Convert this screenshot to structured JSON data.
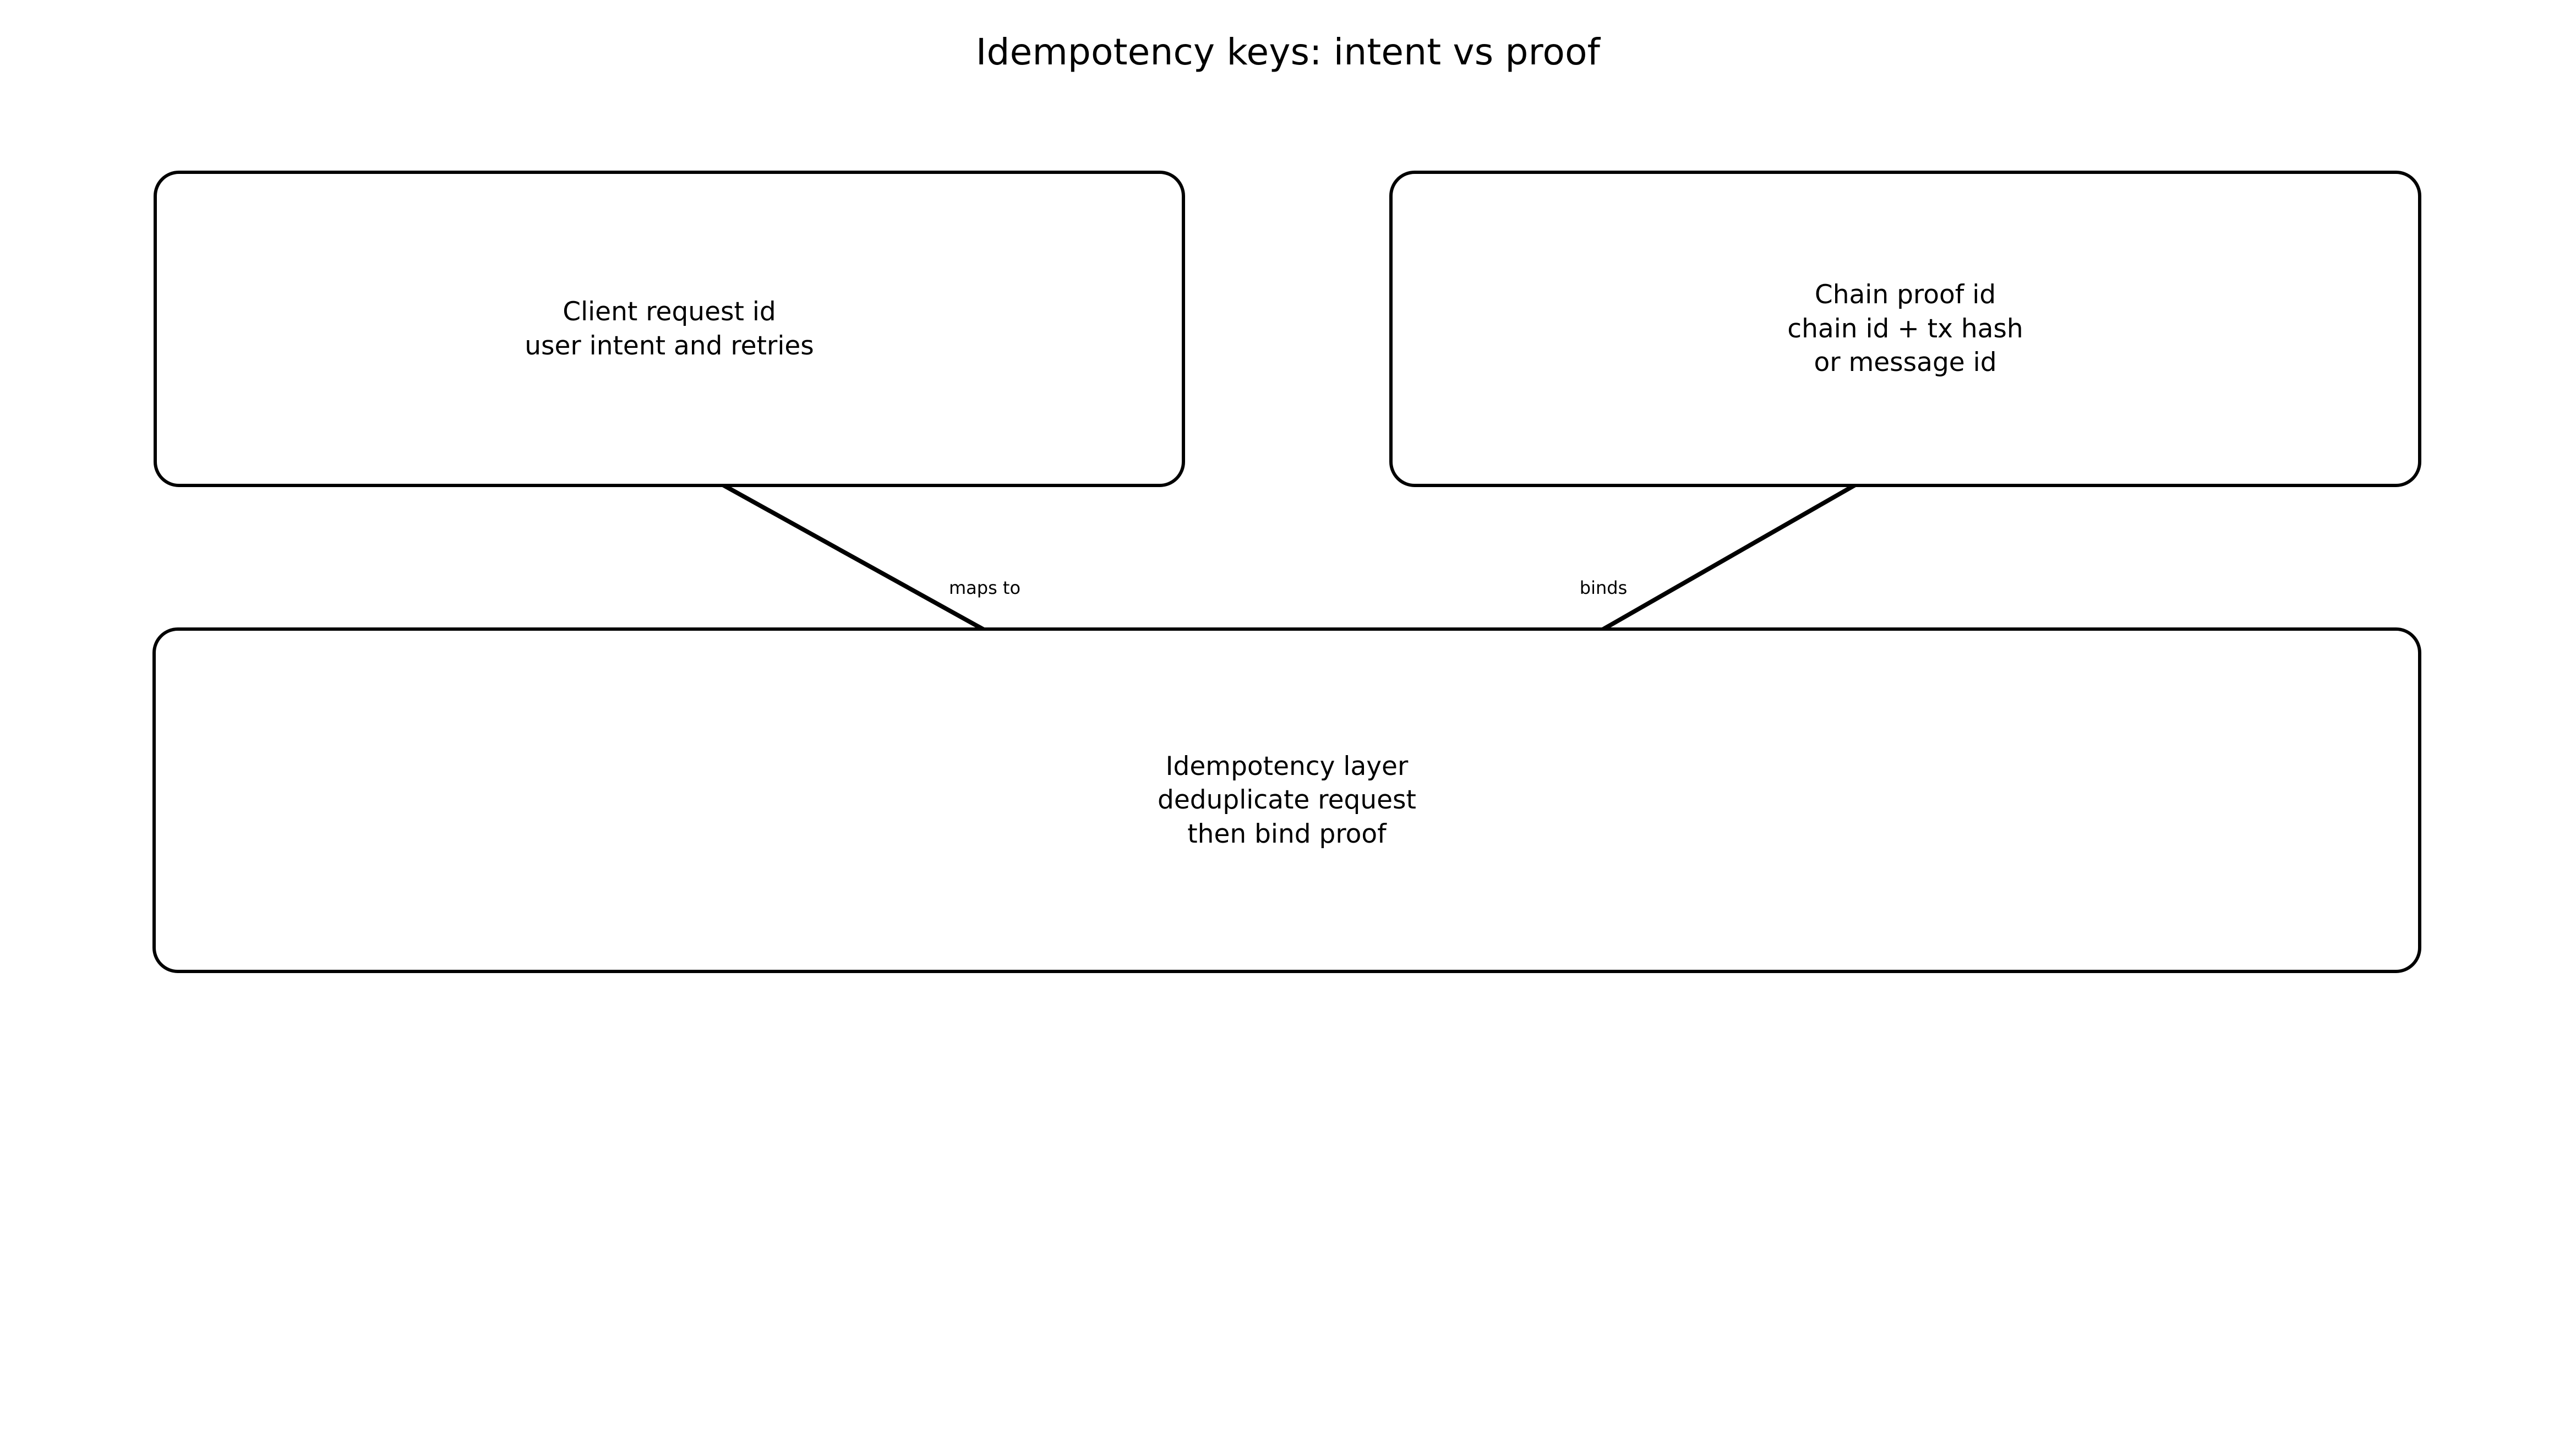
{
  "diagram": {
    "title": "Idempotency keys: intent vs proof",
    "background_color": "#ffffff",
    "stroke_color": "#000000",
    "nodes": [
      {
        "id": "client-request-id",
        "label": "Client request id\nuser intent and retries",
        "shape": "rounded-rectangle"
      },
      {
        "id": "chain-proof-id",
        "label": "Chain proof id\nchain id + tx hash\nor message id",
        "shape": "rounded-rectangle"
      },
      {
        "id": "idempotency-layer",
        "label": "Idempotency layer\ndeduplicate request\nthen bind proof",
        "shape": "rounded-rectangle"
      }
    ],
    "edges": [
      {
        "id": "maps-to",
        "label": "maps to",
        "from": "client-request-id",
        "to": "idempotency-layer",
        "arrow": "single"
      },
      {
        "id": "binds",
        "label": "binds",
        "from": "chain-proof-id",
        "to": "idempotency-layer",
        "arrow": "single"
      }
    ]
  }
}
